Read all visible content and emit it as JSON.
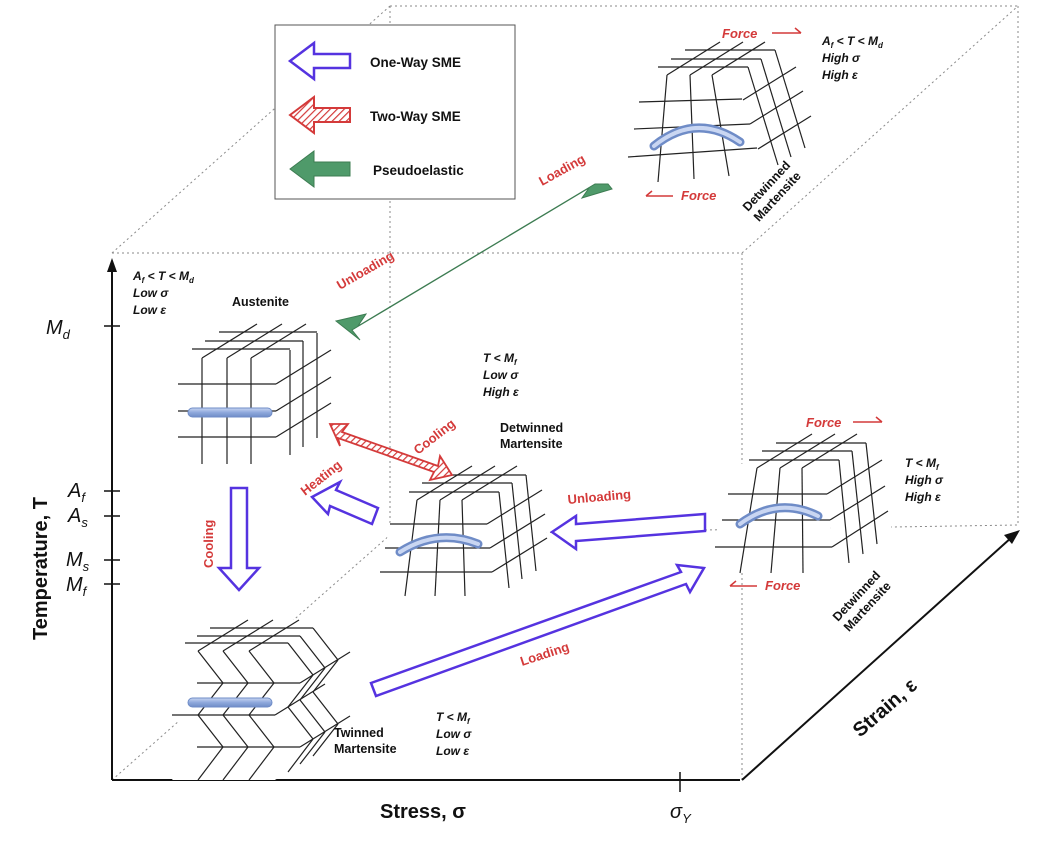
{
  "legend": {
    "one_way": "One-Way SME",
    "two_way": "Two-Way SME",
    "pseudoelastic": "Pseudoelastic"
  },
  "axes": {
    "temperature": "Temperature, T",
    "stress": "Stress, σ",
    "strain": "Strain, ε",
    "ticks": {
      "md": "M",
      "md_sub": "d",
      "af": "A",
      "af_sub": "f",
      "as": "A",
      "as_sub": "s",
      "ms": "M",
      "ms_sub": "s",
      "mf": "M",
      "mf_sub": "f",
      "sigma_y": "σ",
      "sigma_y_sub": "Y"
    }
  },
  "states": {
    "austenite": {
      "name": "Austenite",
      "cond1": "A",
      "cond1_sub": "f",
      "cond1_mid": " < T < M",
      "cond1_sub2": "d",
      "cond2": "Low σ",
      "cond3": "Low ε"
    },
    "detwinned_top": {
      "name1": "Detwinned",
      "name2": "Martensite",
      "cond1": "A",
      "cond1_sub": "f",
      "cond1_mid": " < T < M",
      "cond1_sub2": "d",
      "cond2": "High σ",
      "cond3": "High ε"
    },
    "detwinned_center": {
      "name1": "Detwinned",
      "name2": "Martensite",
      "cond1": "T < M",
      "cond1_sub": "f",
      "cond2": "Low σ",
      "cond3": "High ε"
    },
    "detwinned_right": {
      "name1": "Detwinned",
      "name2": "Martensite",
      "cond1": "T < M",
      "cond1_sub": "f",
      "cond2": "High σ",
      "cond3": "High ε"
    },
    "twinned": {
      "name1": "Twinned",
      "name2": "Martensite",
      "cond1": "T < M",
      "cond1_sub": "f",
      "cond2": "Low σ",
      "cond3": "Low ε"
    }
  },
  "labels": {
    "loading": "Loading",
    "unloading": "Unloading",
    "cooling": "Cooling",
    "heating": "Heating",
    "force": "Force"
  },
  "colors": {
    "one_way": "#5533e0",
    "two_way": "#d43a3a",
    "pseudoelastic": "#4f9a6a",
    "label_red": "#d43a3a",
    "rod": "#8ea8dc"
  }
}
